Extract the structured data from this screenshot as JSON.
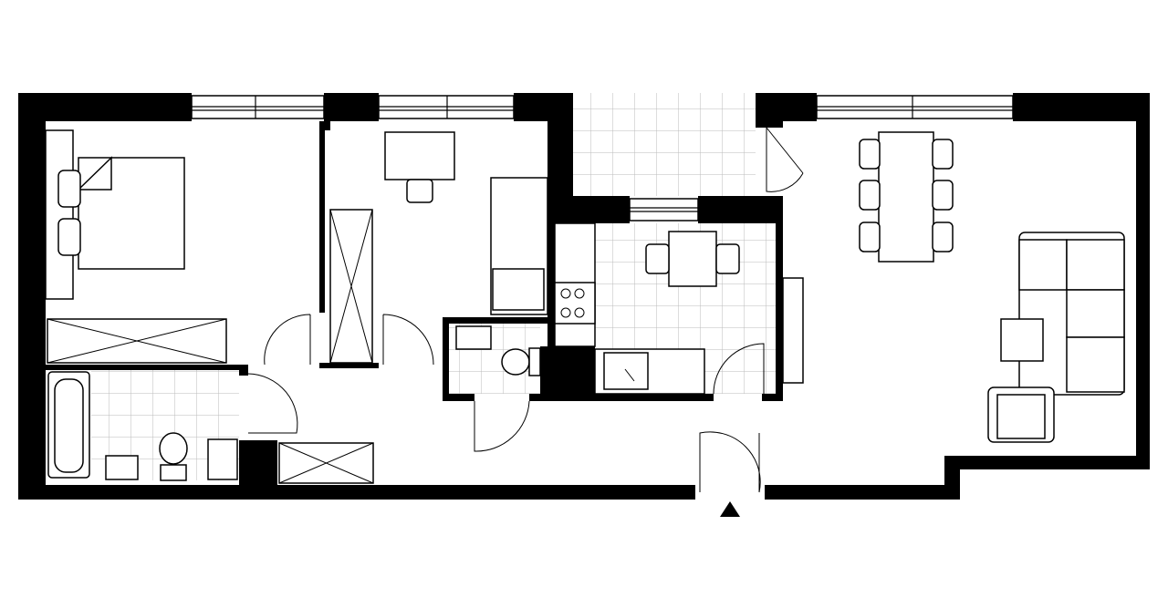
{
  "plan": {
    "colors": {
      "wall": "#000000",
      "background": "#ffffff",
      "tile_line": "#bbbbbb"
    },
    "entrance_marker": "triangle-up-icon",
    "rooms": [
      "bedroom",
      "study",
      "balcony",
      "kitchen",
      "wc",
      "bathroom",
      "hall",
      "living-dining"
    ]
  }
}
